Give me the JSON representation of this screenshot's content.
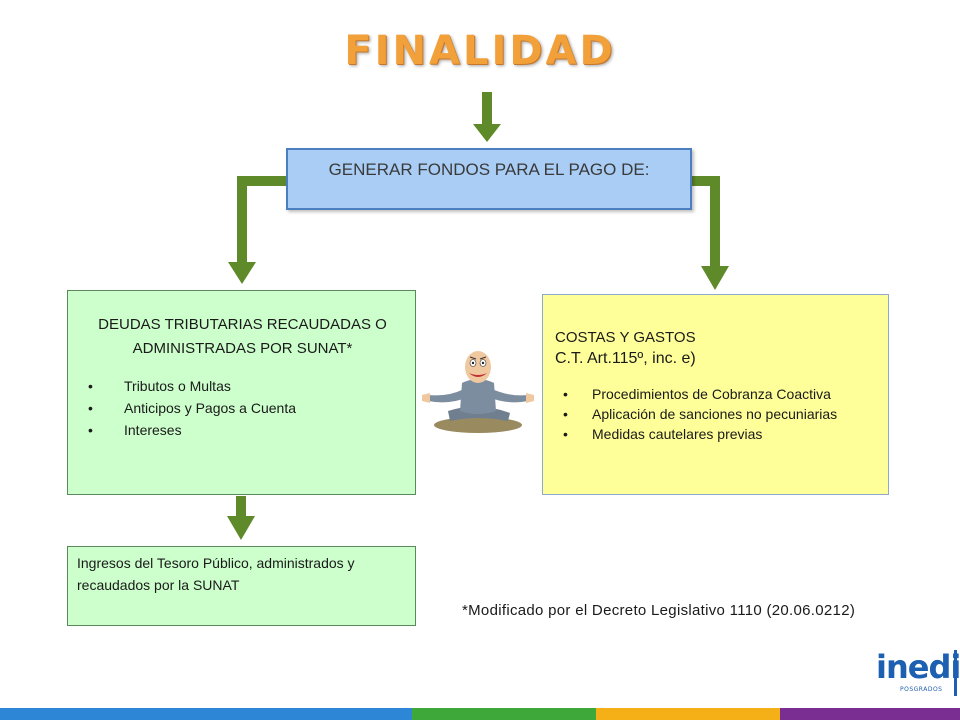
{
  "title": "FINALIDAD",
  "top_box": {
    "text": "GENERAR FONDOS PARA EL PAGO DE:"
  },
  "left_box": {
    "heading": "DEUDAS TRIBUTARIAS  RECAUDADAS O ADMINISTRADAS POR SUNAT*",
    "bullets": [
      "Tributos o Multas",
      "Anticipos y Pagos a Cuenta",
      "Intereses"
    ]
  },
  "right_box": {
    "heading_line1": "COSTAS Y GASTOS",
    "heading_line2": "C.T. Art.115º, inc. e)",
    "bullets": [
      "Procedimientos de Cobranza Coactiva",
      "Aplicación de sanciones no pecuniarias",
      "Medidas cautelares previas"
    ]
  },
  "bottom_box": {
    "text": "Ingresos del Tesoro Público, administrados y recaudados por la SUNAT"
  },
  "footnote": "*Modificado por el Decreto Legislativo 1110 (20.06.0212)",
  "logo": {
    "name": "inedi",
    "sub": "POSGRADOS"
  },
  "colors": {
    "title": "#f2a03a",
    "arrow": "#5f8a2a",
    "top_box": "#a9cdf5",
    "green_box": "#ccffcc",
    "yellow_box": "#ffff99",
    "strip": [
      "#2e86d6",
      "#3ea83a",
      "#f5b018",
      "#7a2e91"
    ]
  }
}
